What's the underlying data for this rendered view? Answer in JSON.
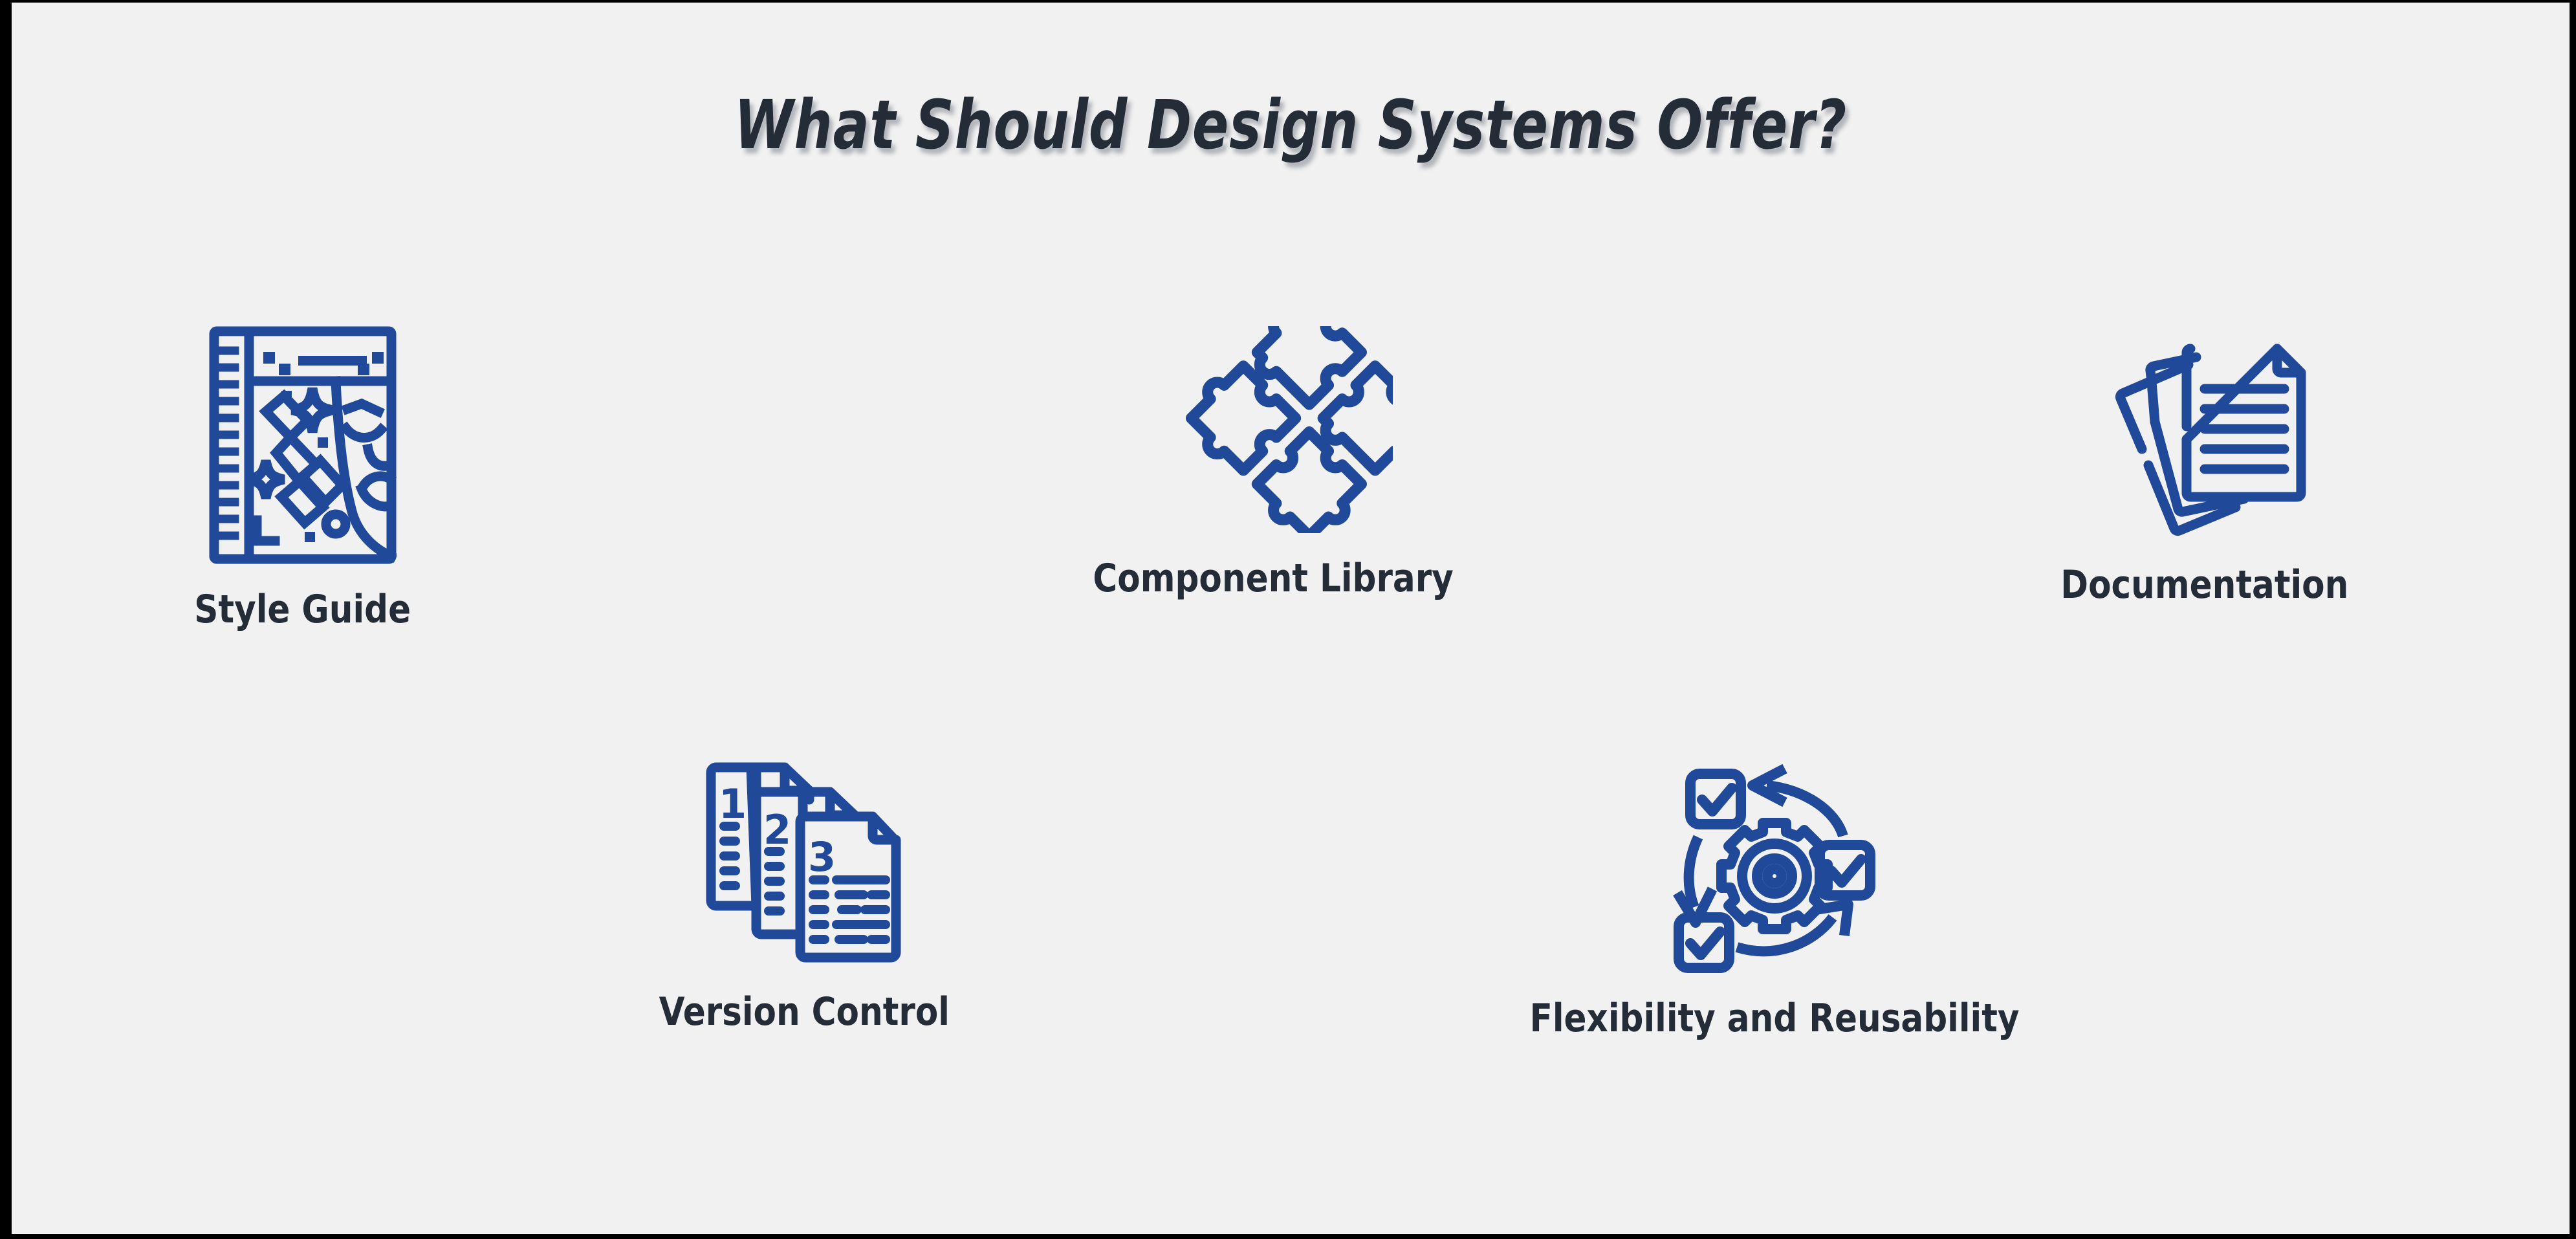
{
  "slide": {
    "background_color": "#F1F1F1",
    "frame_color": "#000000",
    "title": "What Should Design Systems Offer?",
    "title_color": "#242C38",
    "accent_color": "#20499A"
  },
  "features": {
    "style_guide": {
      "label": "Style Guide",
      "icon": "style-guide-icon"
    },
    "component_library": {
      "label": "Component Library",
      "icon": "puzzle-pieces-icon"
    },
    "documentation": {
      "label": "Documentation",
      "icon": "stacked-documents-icon"
    },
    "version_control": {
      "label": "Version Control",
      "icon": "numbered-documents-icon",
      "page_numbers": [
        "1",
        "2",
        "3"
      ]
    },
    "flexibility": {
      "label": "Flexibility and Reusability",
      "icon": "gear-cycle-checkboxes-icon"
    }
  }
}
